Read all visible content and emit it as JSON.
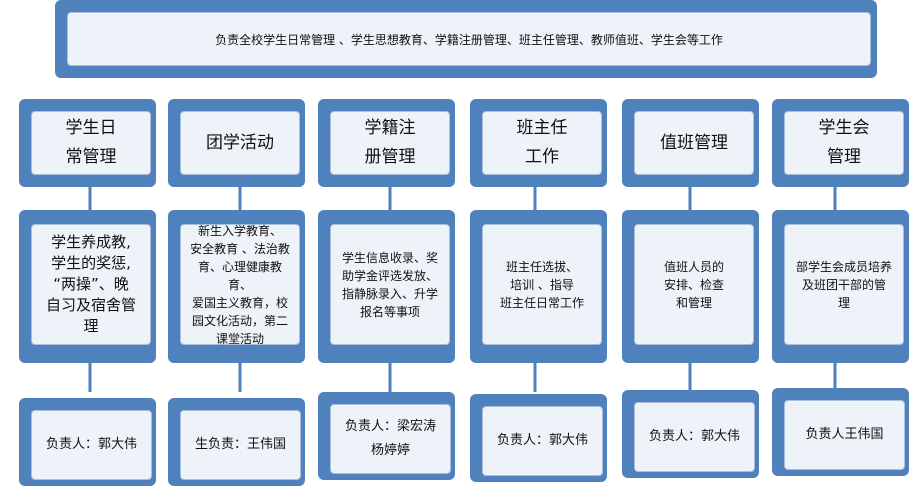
{
  "top": {
    "text": "负责全校学生日常管理 、学生思想教育、学籍注册管理、班主任管理、教师值班、学生会等工作"
  },
  "columns": [
    {
      "title": "学生日\n常管理",
      "desc": "学生养成教,\n学生的奖惩,\n“两操”、晚\n自习及宿舍管\n理",
      "resp": "负责人：郭大伟"
    },
    {
      "title": "团学活动",
      "desc": "新生入学教育、\n安全教育 、法治教\n育、心理健康教育、\n爱国主义教育，校\n园文化活动，第二\n课堂活动",
      "resp": "生负责：王伟国"
    },
    {
      "title": "学籍注\n册管理",
      "desc": "学生信息收录、奖\n助学金评选发放、\n指静脉录入、升学\n报名等事项",
      "resp": "负责人：梁宏涛\n杨婷婷"
    },
    {
      "title": "班主任\n工作",
      "desc": "班主任选拔、\n培训 、指导\n班主任日常工作",
      "resp": "负责人：郭大伟"
    },
    {
      "title": "值班管理",
      "desc": "值班人员的\n安排、检查\n和管理",
      "resp": "负责人：郭大伟"
    },
    {
      "title": "学生会\n管理",
      "desc": "部学生会成员培养\n及班团干部的管\n理",
      "resp": "负责人王伟国"
    }
  ]
}
